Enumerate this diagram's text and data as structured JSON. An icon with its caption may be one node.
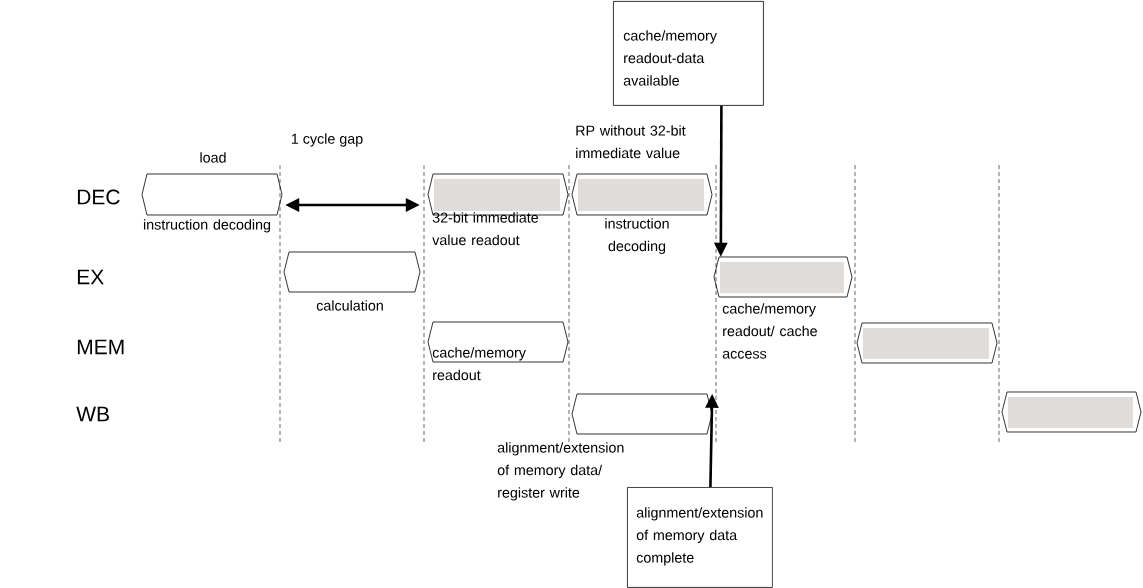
{
  "diagram": {
    "nodes": [
      {
        "text": [],
        "shape": "hexagon",
        "beside": [
          "load",
          "instruction decoding"
        ]
      },
      {
        "text": [],
        "shape": "hexagon",
        "beside": [
          "calculation"
        ]
      },
      {
        "text": [],
        "shape": "bar",
        "beside": [
          "32-bit immediate value readout"
        ]
      },
      {
        "text": [],
        "shape": "hexagon",
        "beside": [
          "cache/memory readout"
        ]
      },
      {
        "text": [],
        "shape": "bar",
        "beside": [
          "RP without 32-bit immediate value",
          "instruction decoding"
        ]
      },
      {
        "text": [],
        "shape": "hexagon",
        "beside": [
          "alignment/extension of memory data/ register write"
        ]
      },
      {
        "text": [],
        "shape": "bar",
        "beside": [
          "cache/memory readout/ cache access"
        ]
      },
      {
        "text": [],
        "shape": "bar"
      },
      {
        "text": [],
        "shape": "bar"
      },
      {
        "text": [
          "cache/memory readout-data available"
        ]
      },
      {
        "text": [
          "alignment/extension of memory data complete"
        ]
      }
    ],
    "edges": [
      {
        "from": 0,
        "to": 2,
        "arrow": "both",
        "label": "1 cycle gap"
      },
      {
        "from": 9,
        "to": 6,
        "arrow": "to"
      },
      {
        "from": 10,
        "to": 5,
        "arrow": "to"
      }
    ],
    "labels": [
      "DEC",
      "EX",
      "MEM",
      "WB"
    ]
  }
}
